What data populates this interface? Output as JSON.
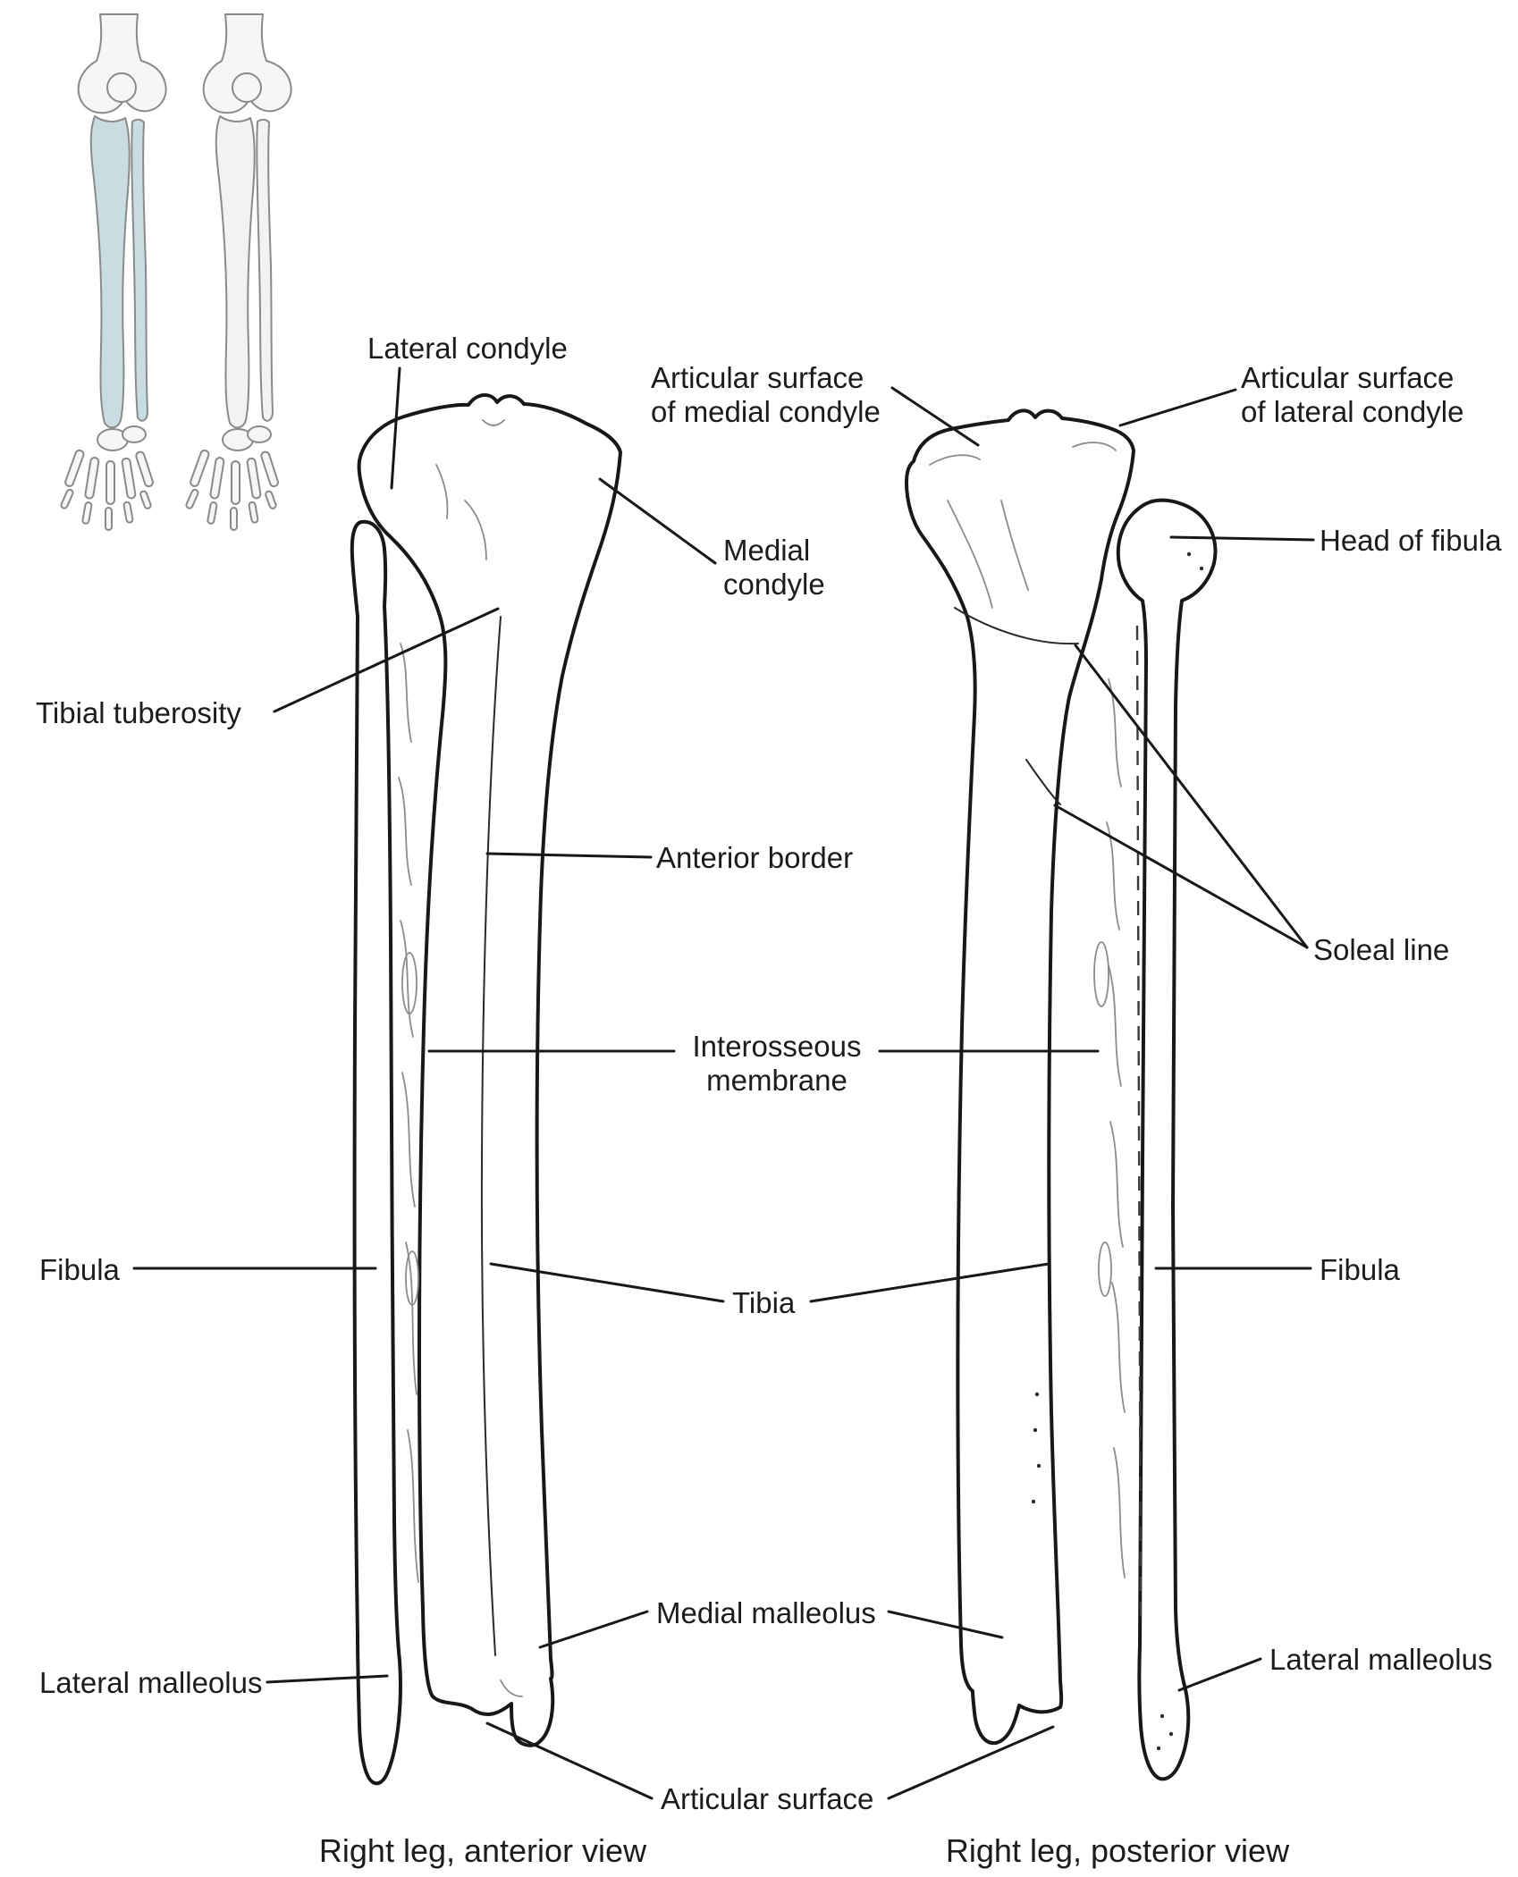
{
  "figure": {
    "labels": {
      "lateral_condyle": "Lateral condyle",
      "articular_surface_medial_condyle": "Articular surface of medial condyle",
      "articular_surface_lateral_condyle": "Articular surface of lateral condyle",
      "medial_condyle": "Medial condyle",
      "head_of_fibula": "Head of fibula",
      "tibial_tuberosity": "Tibial tuberosity",
      "anterior_border": "Anterior border",
      "soleal_line": "Soleal line",
      "interosseous_membrane": "Interosseous membrane",
      "fibula_left": "Fibula",
      "tibia": "Tibia",
      "fibula_right": "Fibula",
      "medial_malleolus": "Medial malleolus",
      "lateral_malleolus_left": "Lateral malleolus",
      "lateral_malleolus_right": "Lateral malleolus",
      "articular_surface": "Articular surface"
    },
    "captions": {
      "anterior": "Right leg, anterior view",
      "posterior": "Right leg, posterior view"
    },
    "colors": {
      "outline": "#181818",
      "highlighted_bone": "#c9dce2",
      "inset_bone": "#f2f2f2",
      "background": "#ffffff"
    }
  }
}
